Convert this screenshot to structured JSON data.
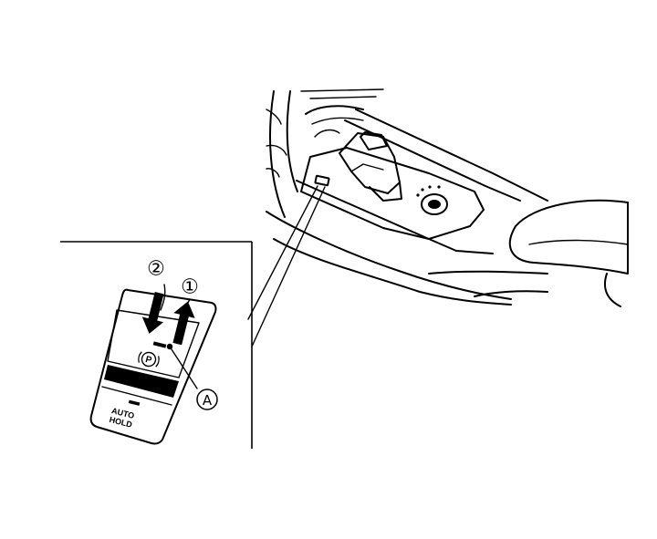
{
  "callouts": {
    "step_pull": "①",
    "step_push": "②",
    "indicator": "A"
  },
  "switch_panel": {
    "parking_symbol": "P",
    "auto_hold_line1": "AUTO",
    "auto_hold_line2": "HOLD"
  }
}
